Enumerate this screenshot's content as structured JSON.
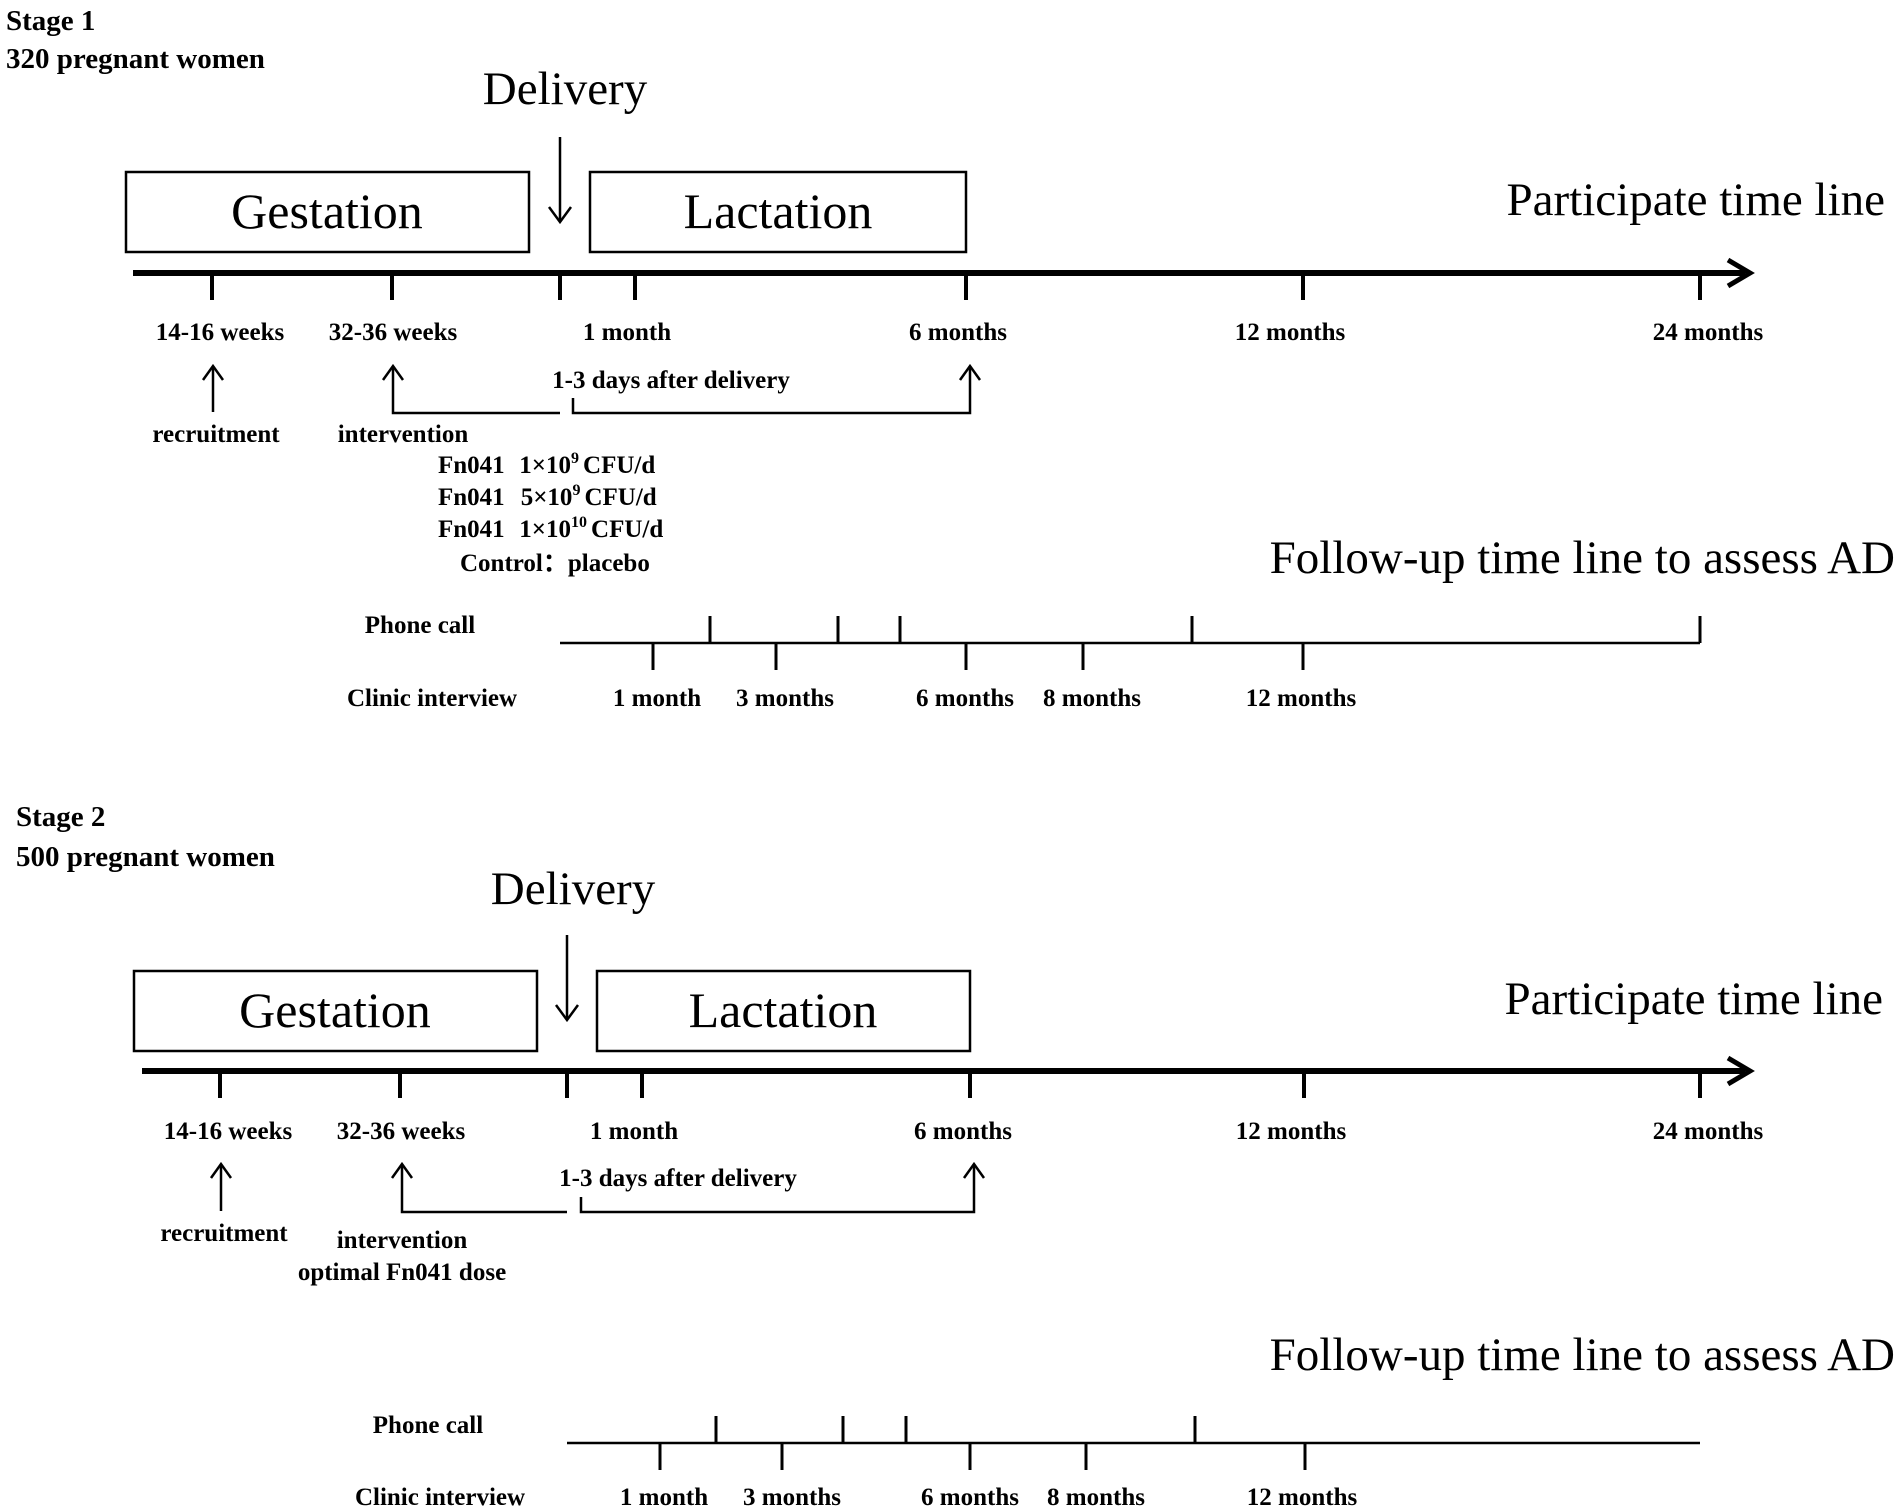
{
  "stages": [
    {
      "stage_label": "Stage 1",
      "participants": "320 pregnant women",
      "delivery": "Delivery",
      "gestation": "Gestation",
      "lactation": "Lactation",
      "participate_title": "Participate time line",
      "ticks": [
        "14-16 weeks",
        "32-36 weeks",
        "1 month",
        "6 months",
        "12 months",
        "24 months"
      ],
      "after_delivery": "1-3 days after delivery",
      "recruitment": "recruitment",
      "intervention": "intervention",
      "doses": [
        {
          "name": "Fn041",
          "mult": "1×10",
          "exp": "9",
          "unit": "CFU/d"
        },
        {
          "name": "Fn041",
          "mult": "5×10",
          "exp": "9",
          "unit": "CFU/d"
        },
        {
          "name": "Fn041",
          "mult": "1×10",
          "exp": "10",
          "unit": "CFU/d"
        }
      ],
      "control": "Control：placebo",
      "followup_title": "Follow-up time line to assess AD",
      "phone_call": "Phone call",
      "clinic_interview": "Clinic interview",
      "clinic_ticks": [
        "1 month",
        "3 months",
        "6 months",
        "8 months",
        "12 months"
      ]
    },
    {
      "stage_label": "Stage 2",
      "participants": "500 pregnant women",
      "delivery": "Delivery",
      "gestation": "Gestation",
      "lactation": "Lactation",
      "participate_title": "Participate time line",
      "ticks": [
        "14-16 weeks",
        "32-36 weeks",
        "1 month",
        "6 months",
        "12 months",
        "24 months"
      ],
      "after_delivery": "1-3 days after delivery",
      "recruitment": "recruitment",
      "intervention": "intervention",
      "optimal_dose": "optimal Fn041 dose",
      "followup_title": "Follow-up time line to assess AD",
      "phone_call": "Phone call",
      "clinic_interview": "Clinic interview",
      "clinic_ticks": [
        "1 month",
        "3 months",
        "6 months",
        "8 months",
        "12 months"
      ]
    }
  ]
}
